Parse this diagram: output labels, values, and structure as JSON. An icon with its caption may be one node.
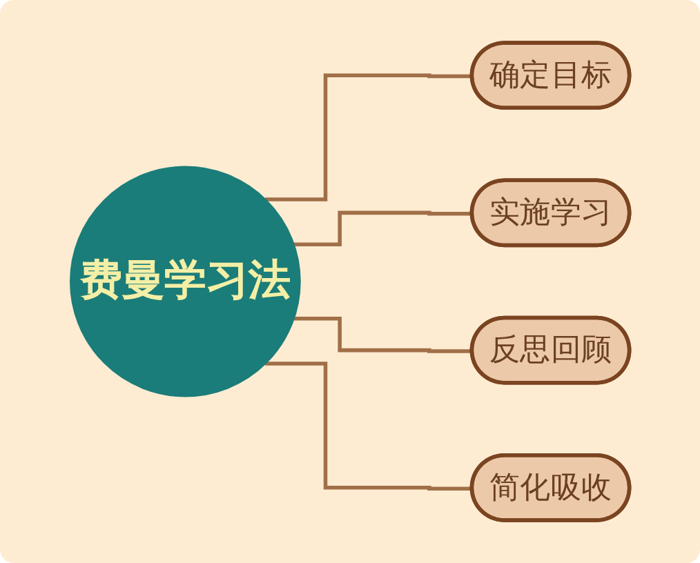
{
  "diagram": {
    "nodes": [
      {
        "text": [
          "费曼学习法"
        ]
      },
      {
        "text": [
          "确定目标"
        ]
      },
      {
        "text": [
          "实施学习"
        ]
      },
      {
        "text": [
          "反思回顾"
        ]
      },
      {
        "text": [
          "简化吸收"
        ]
      }
    ],
    "edges": [
      {
        "from": 0,
        "to": 1,
        "arrow": "none"
      },
      {
        "from": 0,
        "to": 2,
        "arrow": "none"
      },
      {
        "from": 0,
        "to": 3,
        "arrow": "none"
      },
      {
        "from": 0,
        "to": 4,
        "arrow": "none"
      }
    ]
  }
}
